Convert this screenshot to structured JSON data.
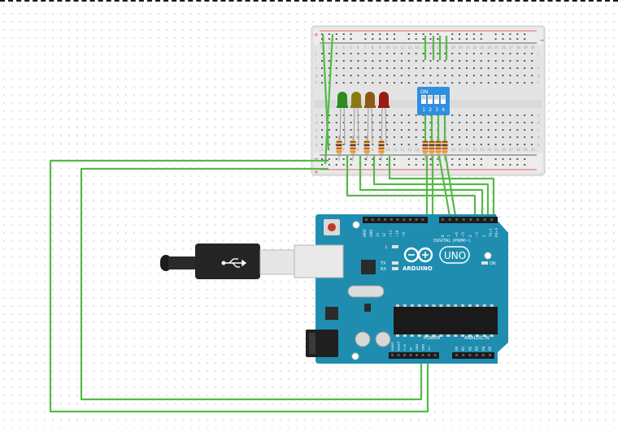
{
  "breadboard": {
    "rail_plus": "+",
    "rail_minus": "−",
    "row_letters_top": [
      "j",
      "i",
      "h",
      "g",
      "f"
    ],
    "row_letters_bottom": [
      "e",
      "d",
      "c",
      "b",
      "a"
    ],
    "column_numbers": [
      "1",
      "2",
      "3",
      "4",
      "5",
      "6",
      "7",
      "8",
      "9",
      "10",
      "11",
      "12",
      "13",
      "14",
      "15",
      "16",
      "17",
      "18",
      "19",
      "20",
      "21",
      "22",
      "23",
      "24",
      "25",
      "26",
      "27",
      "28",
      "29",
      "30"
    ]
  },
  "leds": [
    {
      "color": "#2e8b1e",
      "name": "green"
    },
    {
      "color": "#8a7a14",
      "name": "yellow"
    },
    {
      "color": "#8c5a12",
      "name": "orange"
    },
    {
      "color": "#9b1a14",
      "name": "red"
    }
  ],
  "dip_switch": {
    "on_label": "ON",
    "positions": [
      "1",
      "2",
      "3",
      "4"
    ],
    "color": "#2f8fe0"
  },
  "arduino": {
    "logo_text": "ARDUINO",
    "model": "UNO",
    "digital_label": "DIGITAL (PWM~)",
    "power_label": "POWER",
    "analog_label": "ANALOG IN",
    "on_label": "ON",
    "tx_label": "TX",
    "rx_label": "RX",
    "l_label": "L",
    "aref_label": "AREF",
    "gnd_label": "GND",
    "digital_pins": [
      "13",
      "12",
      "~11",
      "~10",
      "~9",
      "8",
      "7",
      "~6",
      "~5",
      "4",
      "~3",
      "2",
      "TX→1",
      "RX←0"
    ],
    "power_pins": [
      "IOREF",
      "RESET",
      "3.3V",
      "5V",
      "GND",
      "GND",
      "Vin"
    ],
    "analog_pins": [
      "A0",
      "A1",
      "A2",
      "A3",
      "A4",
      "A5"
    ],
    "board_color": "#1f8db0"
  },
  "wire_color": "#55b947"
}
